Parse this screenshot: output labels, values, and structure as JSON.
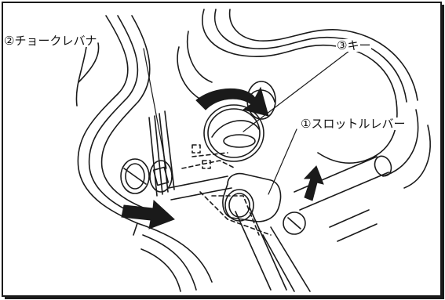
{
  "labels": {
    "choke_lever": "②チョークレバナ",
    "key": "③キー",
    "throttle_lever": "①スロットルレバー"
  }
}
